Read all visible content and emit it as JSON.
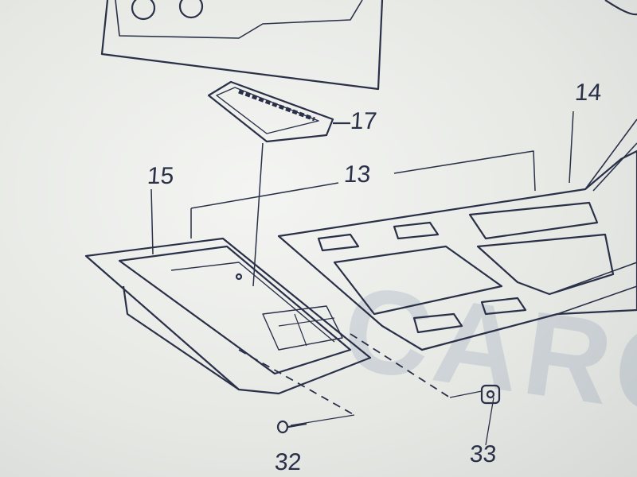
{
  "diagram": {
    "callouts": [
      "14",
      "17",
      "13",
      "15",
      "32",
      "33"
    ],
    "watermark": "CARCAT"
  },
  "colors": {
    "ink": "#2a3048",
    "paper": "#eef0ed"
  }
}
